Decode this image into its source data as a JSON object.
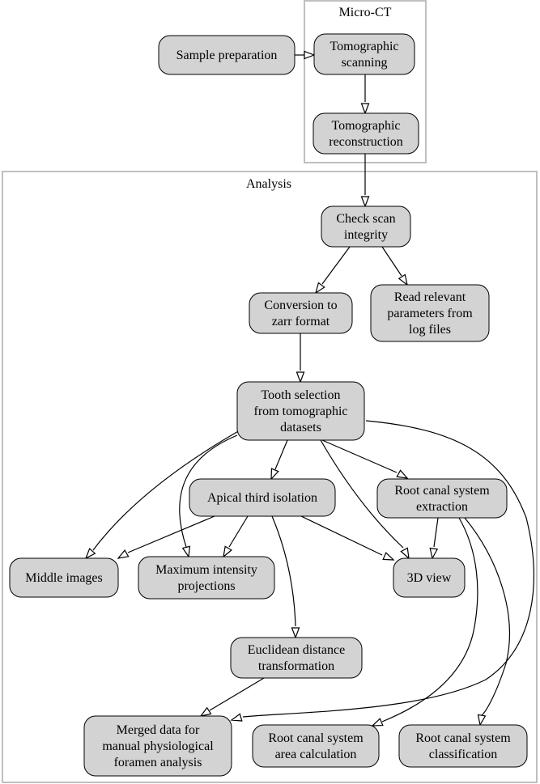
{
  "clusters": [
    {
      "id": "microct",
      "label": "Micro-CT"
    },
    {
      "id": "analysis",
      "label": "Analysis"
    }
  ],
  "nodes": [
    {
      "id": "sample",
      "lines": [
        "Sample preparation"
      ]
    },
    {
      "id": "scan",
      "lines": [
        "Tomographic",
        "scanning"
      ]
    },
    {
      "id": "recon",
      "lines": [
        "Tomographic",
        "reconstruction"
      ]
    },
    {
      "id": "check",
      "lines": [
        "Check scan",
        "integrity"
      ]
    },
    {
      "id": "convert",
      "lines": [
        "Conversion to",
        "zarr format"
      ]
    },
    {
      "id": "params",
      "lines": [
        "Read relevant",
        "parameters from",
        "log files"
      ]
    },
    {
      "id": "tooth",
      "lines": [
        "Tooth selection",
        "from tomographic",
        "datasets"
      ]
    },
    {
      "id": "apical",
      "lines": [
        "Apical third isolation"
      ]
    },
    {
      "id": "rootext",
      "lines": [
        "Root canal system",
        "extraction"
      ]
    },
    {
      "id": "middle",
      "lines": [
        "Middle images"
      ]
    },
    {
      "id": "mip",
      "lines": [
        "Maximum intensity",
        "projections"
      ]
    },
    {
      "id": "view3d",
      "lines": [
        "3D view"
      ]
    },
    {
      "id": "euclid",
      "lines": [
        "Euclidean distance",
        "transformation"
      ]
    },
    {
      "id": "merged",
      "lines": [
        "Merged data for",
        "manual physiological",
        "foramen analysis"
      ]
    },
    {
      "id": "area",
      "lines": [
        "Root canal system",
        "area calculation"
      ]
    },
    {
      "id": "classif",
      "lines": [
        "Root canal system",
        "classification"
      ]
    }
  ],
  "edges": [
    {
      "from": "sample",
      "to": "scan"
    },
    {
      "from": "scan",
      "to": "recon"
    },
    {
      "from": "recon",
      "to": "check"
    },
    {
      "from": "check",
      "to": "convert"
    },
    {
      "from": "check",
      "to": "params"
    },
    {
      "from": "convert",
      "to": "tooth"
    },
    {
      "from": "tooth",
      "to": "apical"
    },
    {
      "from": "tooth",
      "to": "rootext"
    },
    {
      "from": "tooth",
      "to": "middle"
    },
    {
      "from": "tooth",
      "to": "mip"
    },
    {
      "from": "tooth",
      "to": "view3d"
    },
    {
      "from": "tooth",
      "to": "merged"
    },
    {
      "from": "apical",
      "to": "middle"
    },
    {
      "from": "apical",
      "to": "mip"
    },
    {
      "from": "apical",
      "to": "view3d"
    },
    {
      "from": "apical",
      "to": "euclid"
    },
    {
      "from": "rootext",
      "to": "view3d"
    },
    {
      "from": "rootext",
      "to": "area"
    },
    {
      "from": "rootext",
      "to": "classif"
    },
    {
      "from": "euclid",
      "to": "merged"
    }
  ]
}
